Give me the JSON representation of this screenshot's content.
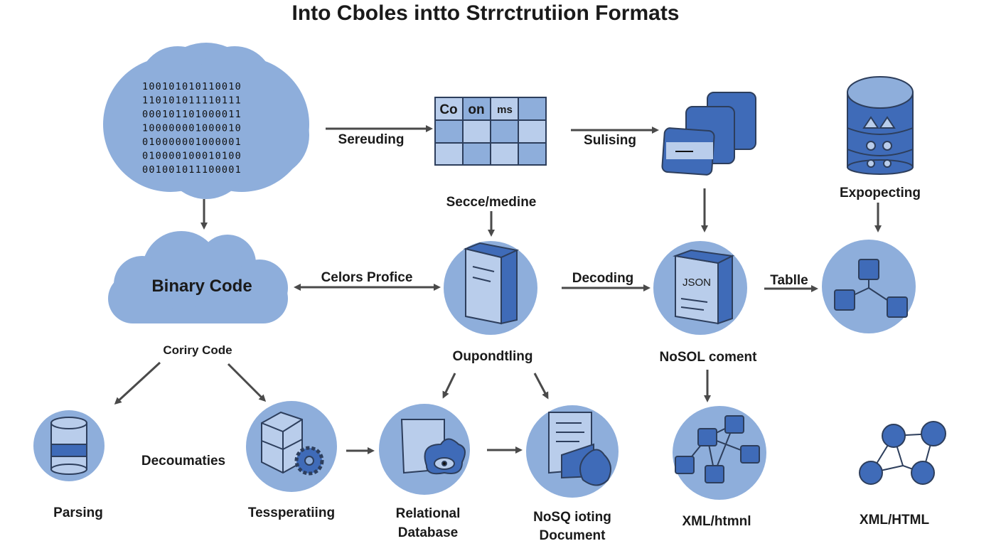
{
  "title": "Into  Cboles intto Strrctrutiion Formats",
  "colors": {
    "light_blue": "#8eaedb",
    "dark_blue": "#3f6bb8",
    "pale_blue": "#b9cdeb",
    "outline": "#2d3e5c",
    "arrow": "#4a4a4a"
  },
  "binary_rows": [
    "100101010110010",
    "110101011110111",
    "000101101000011",
    "100000001000010",
    "010000001000001",
    "010000100010100",
    "001001011100001"
  ],
  "table_header": [
    "Co",
    "on",
    "ms"
  ],
  "labels": {
    "sereuding": "Sereuding",
    "sulising": "Sulising",
    "expopecting": "Expopecting",
    "binary_code": "Binary Code",
    "celors_profice": "Celors Profice",
    "secce_medine": "Secce/medine",
    "decoding": "Decoding",
    "tablle": "Tablle",
    "json": "JSON",
    "coriry_code": "Coriry Code",
    "oupondtling": "Oupondtling",
    "nosol_coment": "NoSOL coment",
    "decoumaties": "Decoumaties",
    "parsing": "Parsing",
    "tessperatiing": "Tessperatiing",
    "relational_1": "Relational",
    "relational_2": "Database",
    "nosq_1": "NoSQ ioting",
    "nosq_2": "Document",
    "xml_lower": "XML/htmnl",
    "xml_upper": "XML/HTML"
  },
  "icons": [
    "binary-cloud",
    "table-grid",
    "card-stack",
    "database-cylinder",
    "cloud",
    "book",
    "json-file",
    "network-nodes",
    "database",
    "cube-gear",
    "document-eye",
    "document",
    "xml-network",
    "graph"
  ]
}
